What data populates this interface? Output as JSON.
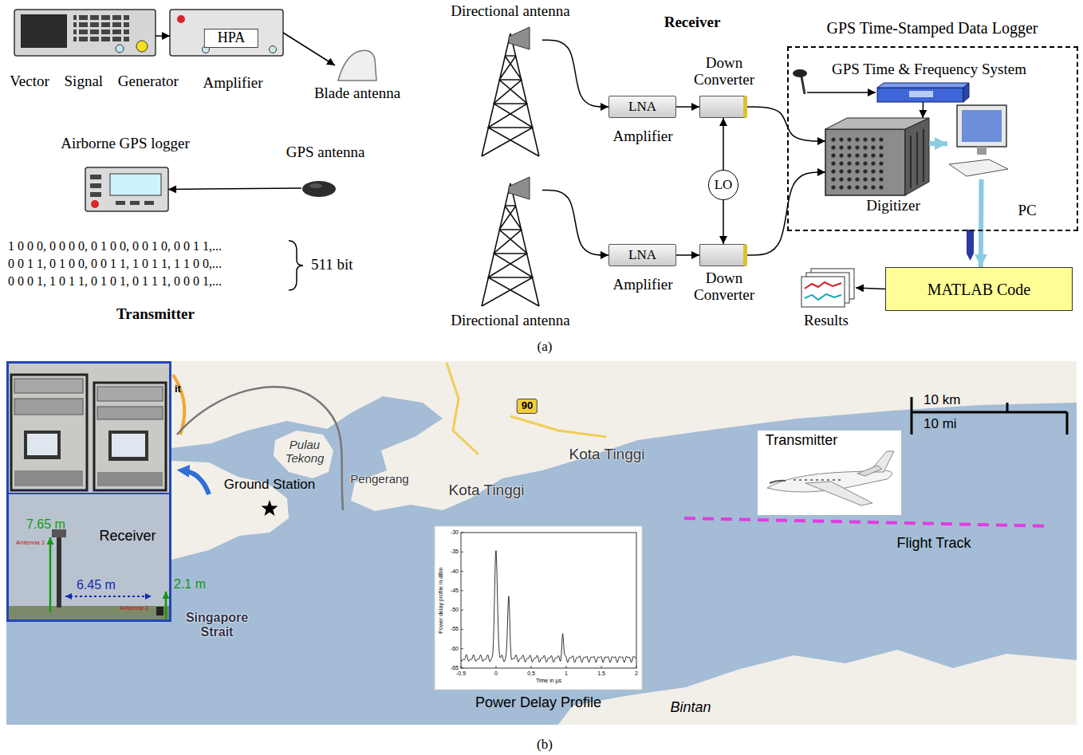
{
  "diagram": {
    "nodes": [
      {
        "text": [
          "Vector Signal Generator"
        ]
      },
      {
        "text": [
          "HPA",
          "Amplifier"
        ]
      },
      {
        "text": [
          "Blade antenna"
        ]
      },
      {
        "text": [
          "Airborne GPS logger"
        ]
      },
      {
        "text": [
          "GPS antenna"
        ]
      },
      {
        "text": [
          "Directional antenna"
        ]
      },
      {
        "text": [
          "Directional antenna"
        ]
      },
      {
        "text": [
          "LNA",
          "Amplifier"
        ]
      },
      {
        "text": [
          "LNA",
          "Amplifier"
        ]
      },
      {
        "text": [
          "Down Converter"
        ]
      },
      {
        "text": [
          "Down Converter"
        ]
      },
      {
        "text": [
          "LO"
        ]
      },
      {
        "text": [
          "GPS Time-Stamped Data Logger"
        ]
      },
      {
        "text": [
          "GPS Time & Frequency System"
        ],
        "in": 12
      },
      {
        "text": [
          "Digitizer"
        ],
        "in": 12
      },
      {
        "text": [
          "PC"
        ],
        "in": 12
      },
      {
        "text": [
          "MATLAB Code"
        ]
      },
      {
        "text": [
          "Results"
        ]
      }
    ],
    "edges": [
      {
        "from": 0,
        "to": 1,
        "arrow": "to"
      },
      {
        "from": 1,
        "to": 2,
        "arrow": "to"
      },
      {
        "from": 4,
        "to": 3,
        "arrow": "to"
      },
      {
        "from": 5,
        "to": 7,
        "arrow": "to"
      },
      {
        "from": 6,
        "to": 8,
        "arrow": "to"
      },
      {
        "from": 7,
        "to": 9,
        "arrow": "to"
      },
      {
        "from": 8,
        "to": 10,
        "arrow": "to"
      },
      {
        "from": 11,
        "to": 9,
        "arrow": "to"
      },
      {
        "from": 11,
        "to": 10,
        "arrow": "to"
      },
      {
        "from": 9,
        "to": 14,
        "arrow": "to"
      },
      {
        "from": 10,
        "to": 14,
        "arrow": "to"
      },
      {
        "from": 13,
        "to": 14,
        "arrow": "to"
      },
      {
        "from": 14,
        "to": 15,
        "arrow": "to"
      },
      {
        "from": 15,
        "to": 16,
        "arrow": "to"
      },
      {
        "from": 16,
        "to": 17,
        "arrow": "to"
      }
    ],
    "labels": [
      "1 0 0 0, 0 0 0 0, 0 1 0 0, 0 0 1 0, 0 0 1 1,...",
      "0 0 1 1, 0 1 0 0, 0 0 1 1, 1 0 1 1, 1 1 0 0,...",
      "0 0 0 1, 1 0 1 1, 0 1 0 1, 0 1 1 1, 0 0 0 1,...",
      "511 bit",
      "Transmitter",
      "Receiver",
      "(a)",
      "it",
      "Pulau Tekong",
      "90",
      "Pengerang",
      "Kota Tinggi",
      "Kota Tinggi",
      "Ground Station",
      "Receiver",
      "7.65 m",
      "Antenna 1",
      "6.45 m",
      "2.1 m",
      "Antenna 2",
      "Singapore Strait",
      "10 km",
      "10 mi",
      "Transmitter",
      "Flight Track",
      "Power Delay Profile",
      "Bintan",
      "(b)",
      "Power delay profile in dBm",
      "Time in μs",
      "-30",
      "-35",
      "-40",
      "-45",
      "-50",
      "-55",
      "-60",
      "-65",
      "-0.5",
      "0",
      "0.5",
      "1",
      "1.5",
      "2"
    ]
  }
}
